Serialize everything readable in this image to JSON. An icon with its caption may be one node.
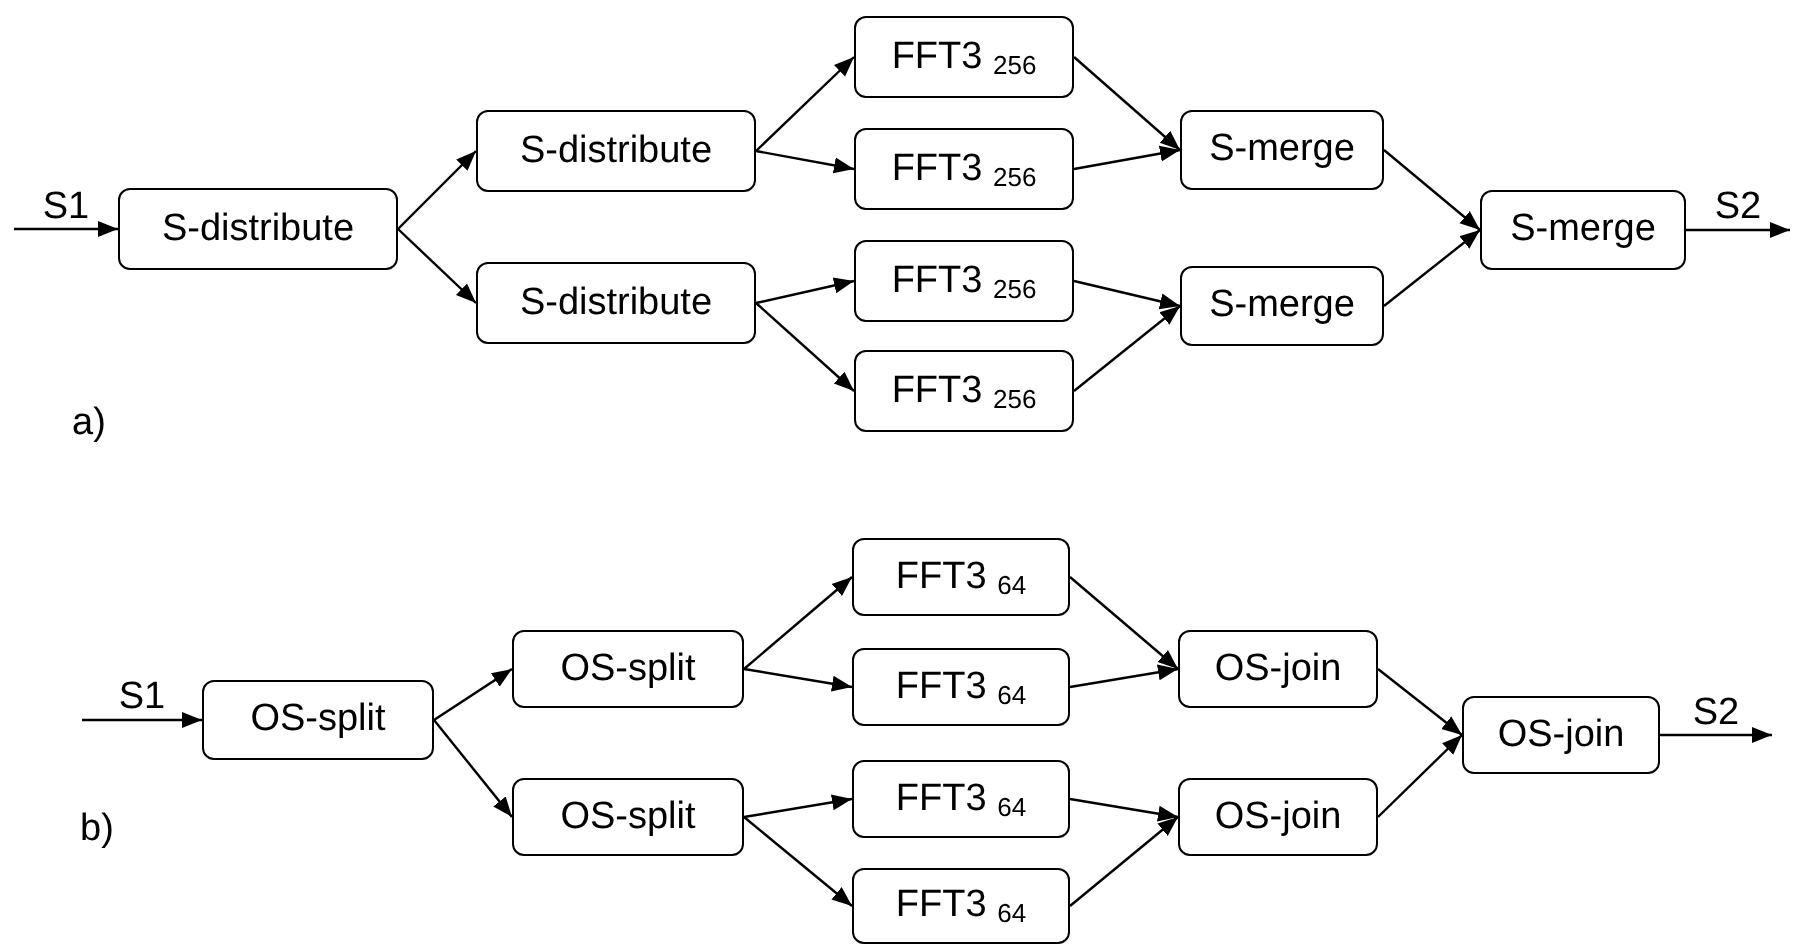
{
  "diagram": {
    "nodes": [
      {
        "text": [
          "S-distribute"
        ]
      },
      {
        "text": [
          "S-distribute"
        ]
      },
      {
        "text": [
          "S-distribute"
        ]
      },
      {
        "text": [
          "FFT3 $_{256}$"
        ]
      },
      {
        "text": [
          "FFT3 $_{256}$"
        ]
      },
      {
        "text": [
          "FFT3 $_{256}$"
        ]
      },
      {
        "text": [
          "FFT3 $_{256}$"
        ]
      },
      {
        "text": [
          "S-merge"
        ]
      },
      {
        "text": [
          "S-merge"
        ]
      },
      {
        "text": [
          "S-merge"
        ]
      },
      {
        "text": [
          "OS-split"
        ]
      },
      {
        "text": [
          "OS-split"
        ]
      },
      {
        "text": [
          "OS-split"
        ]
      },
      {
        "text": [
          "FFT3 $_{64}$"
        ]
      },
      {
        "text": [
          "FFT3 $_{64}$"
        ]
      },
      {
        "text": [
          "FFT3 $_{64}$"
        ]
      },
      {
        "text": [
          "FFT3 $_{64}$"
        ]
      },
      {
        "text": [
          "OS-join"
        ]
      },
      {
        "text": [
          "OS-join"
        ]
      },
      {
        "text": [
          "OS-join"
        ]
      }
    ],
    "edges": [
      {
        "from": null,
        "to": 0,
        "arrow": "to",
        "label": "S1"
      },
      {
        "from": 0,
        "to": 1,
        "arrow": "to"
      },
      {
        "from": 0,
        "to": 2,
        "arrow": "to"
      },
      {
        "from": 1,
        "to": 3,
        "arrow": "to"
      },
      {
        "from": 1,
        "to": 4,
        "arrow": "to"
      },
      {
        "from": 2,
        "to": 5,
        "arrow": "to"
      },
      {
        "from": 2,
        "to": 6,
        "arrow": "to"
      },
      {
        "from": 3,
        "to": 7,
        "arrow": "to"
      },
      {
        "from": 4,
        "to": 7,
        "arrow": "to"
      },
      {
        "from": 5,
        "to": 8,
        "arrow": "to"
      },
      {
        "from": 6,
        "to": 8,
        "arrow": "to"
      },
      {
        "from": 7,
        "to": 9,
        "arrow": "to"
      },
      {
        "from": 8,
        "to": 9,
        "arrow": "to"
      },
      {
        "from": 9,
        "to": null,
        "arrow": "to",
        "label": "S2"
      },
      {
        "from": null,
        "to": 10,
        "arrow": "to",
        "label": "S1"
      },
      {
        "from": 10,
        "to": 11,
        "arrow": "to"
      },
      {
        "from": 10,
        "to": 12,
        "arrow": "to"
      },
      {
        "from": 11,
        "to": 13,
        "arrow": "to"
      },
      {
        "from": 11,
        "to": 14,
        "arrow": "to"
      },
      {
        "from": 12,
        "to": 15,
        "arrow": "to"
      },
      {
        "from": 12,
        "to": 16,
        "arrow": "to"
      },
      {
        "from": 13,
        "to": 17,
        "arrow": "to"
      },
      {
        "from": 14,
        "to": 17,
        "arrow": "to"
      },
      {
        "from": 15,
        "to": 18,
        "arrow": "to"
      },
      {
        "from": 16,
        "to": 18,
        "arrow": "to"
      },
      {
        "from": 17,
        "to": 19,
        "arrow": "to"
      },
      {
        "from": 18,
        "to": 19,
        "arrow": "to"
      },
      {
        "from": 19,
        "to": null,
        "arrow": "to",
        "label": "S2"
      }
    ],
    "labels": [
      "a)",
      "b)"
    ]
  }
}
